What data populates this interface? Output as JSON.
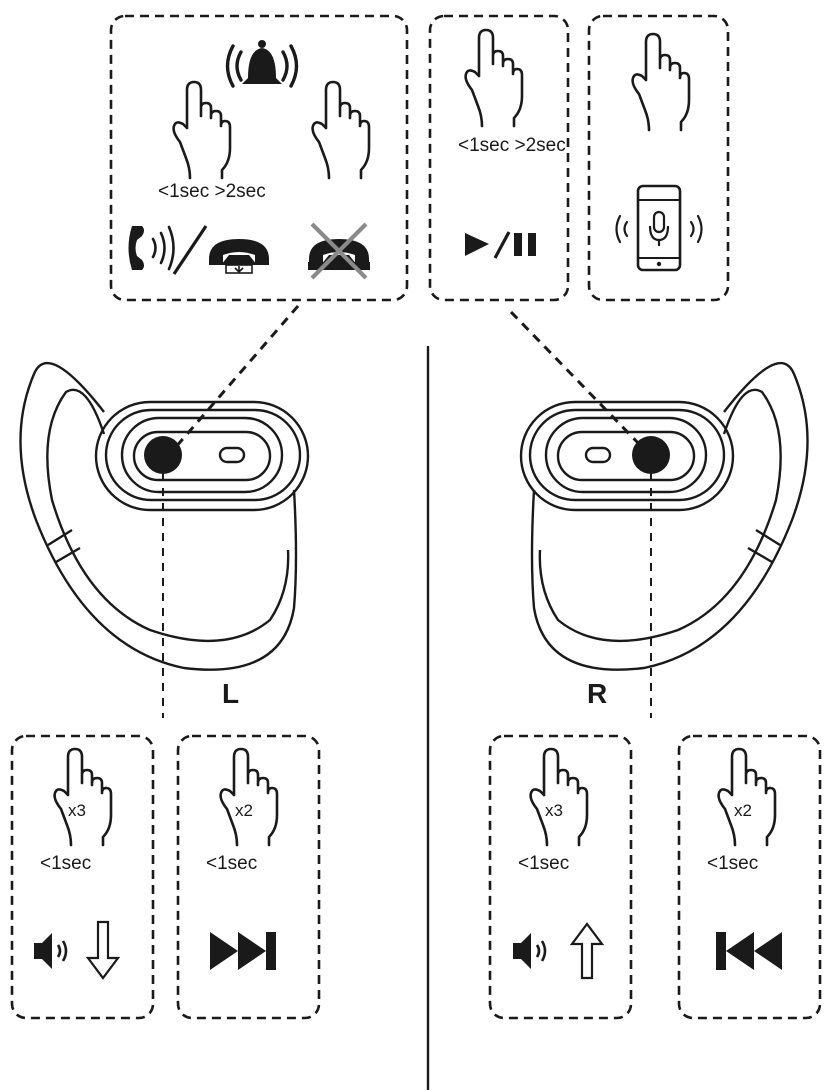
{
  "top_left_panel": {
    "timing": "<1sec >2sec",
    "icons": [
      "ringing-bell-icon",
      "finger-tap-icon",
      "finger-hold-icon",
      "answer-call-icon",
      "hang-up-icon",
      "reject-call-icon"
    ]
  },
  "top_middle_panel": {
    "timing": "<1sec >2sec",
    "icons": [
      "finger-tap-icon",
      "play-pause-icon"
    ]
  },
  "top_right_panel": {
    "icons": [
      "finger-tap-icon",
      "voice-assistant-phone-icon"
    ]
  },
  "earbuds": {
    "left_label": "L",
    "right_label": "R"
  },
  "bottom_panels": [
    {
      "multiplier": "x3",
      "timing": "<1sec",
      "icon": "volume-down-icon"
    },
    {
      "multiplier": "x2",
      "timing": "<1sec",
      "icon": "next-track-icon"
    },
    {
      "multiplier": "x3",
      "timing": "<1sec",
      "icon": "volume-up-icon"
    },
    {
      "multiplier": "x2",
      "timing": "<1sec",
      "icon": "previous-track-icon"
    }
  ],
  "colors": {
    "ink": "#1a1a1a",
    "reject_cross": "#8a8a8a"
  }
}
